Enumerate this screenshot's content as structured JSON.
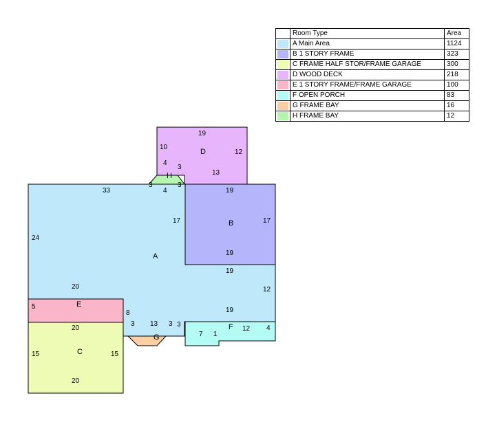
{
  "legend": {
    "headers": {
      "type": "Room Type",
      "area": "Area"
    },
    "rows": [
      {
        "type": "A Main Area",
        "area": "1124",
        "color": "#bfe8fb"
      },
      {
        "type": "B 1 STORY FRAME",
        "area": "323",
        "color": "#b5b5fb"
      },
      {
        "type": "C FRAME HALF STOR/FRAME GARAGE",
        "area": "300",
        "color": "#eefbb5"
      },
      {
        "type": "D WOOD DECK",
        "area": "218",
        "color": "#e6b5fb"
      },
      {
        "type": "E 1 STORY FRAME/FRAME GARAGE",
        "area": "100",
        "color": "#fbb5c8"
      },
      {
        "type": "F OPEN PORCH",
        "area": "83",
        "color": "#b5fbf5"
      },
      {
        "type": "G FRAME BAY",
        "area": "16",
        "color": "#fbcea5"
      },
      {
        "type": "H FRAME BAY",
        "area": "12",
        "color": "#b5f5b0"
      }
    ]
  },
  "rooms": {
    "A": {
      "letter": "A",
      "dims": {
        "top": "33",
        "left": "24",
        "mid": "20",
        "inner1": "17",
        "inner2": "4",
        "bay1": "3",
        "bay2": "13",
        "bay3": "3",
        "bay4": "3",
        "step": "8",
        "inner3": "3"
      }
    },
    "B": {
      "letter": "B",
      "dims": {
        "top": "19",
        "right": "17",
        "bottom": "19",
        "left": "17"
      }
    },
    "C": {
      "letter": "C",
      "dims": {
        "top": "20",
        "left": "15",
        "right": "15",
        "bottom": "20"
      }
    },
    "D": {
      "letter": "D",
      "dims": {
        "top": "19",
        "left": "10",
        "right": "12",
        "bottom": "13",
        "notch1": "4",
        "notch2": "3"
      }
    },
    "E": {
      "letter": "E",
      "dims": {
        "top": "20",
        "left": "5"
      }
    },
    "F": {
      "letter": "F",
      "dims": {
        "a": "7",
        "b": "1",
        "c": "12",
        "d": "4"
      }
    },
    "G": {
      "letter": "G"
    },
    "H": {
      "letter": "H",
      "dims": {
        "left": "3",
        "right": "3"
      }
    },
    "extra": {
      "r19a": "19",
      "r12": "12",
      "r19b": "19"
    }
  }
}
